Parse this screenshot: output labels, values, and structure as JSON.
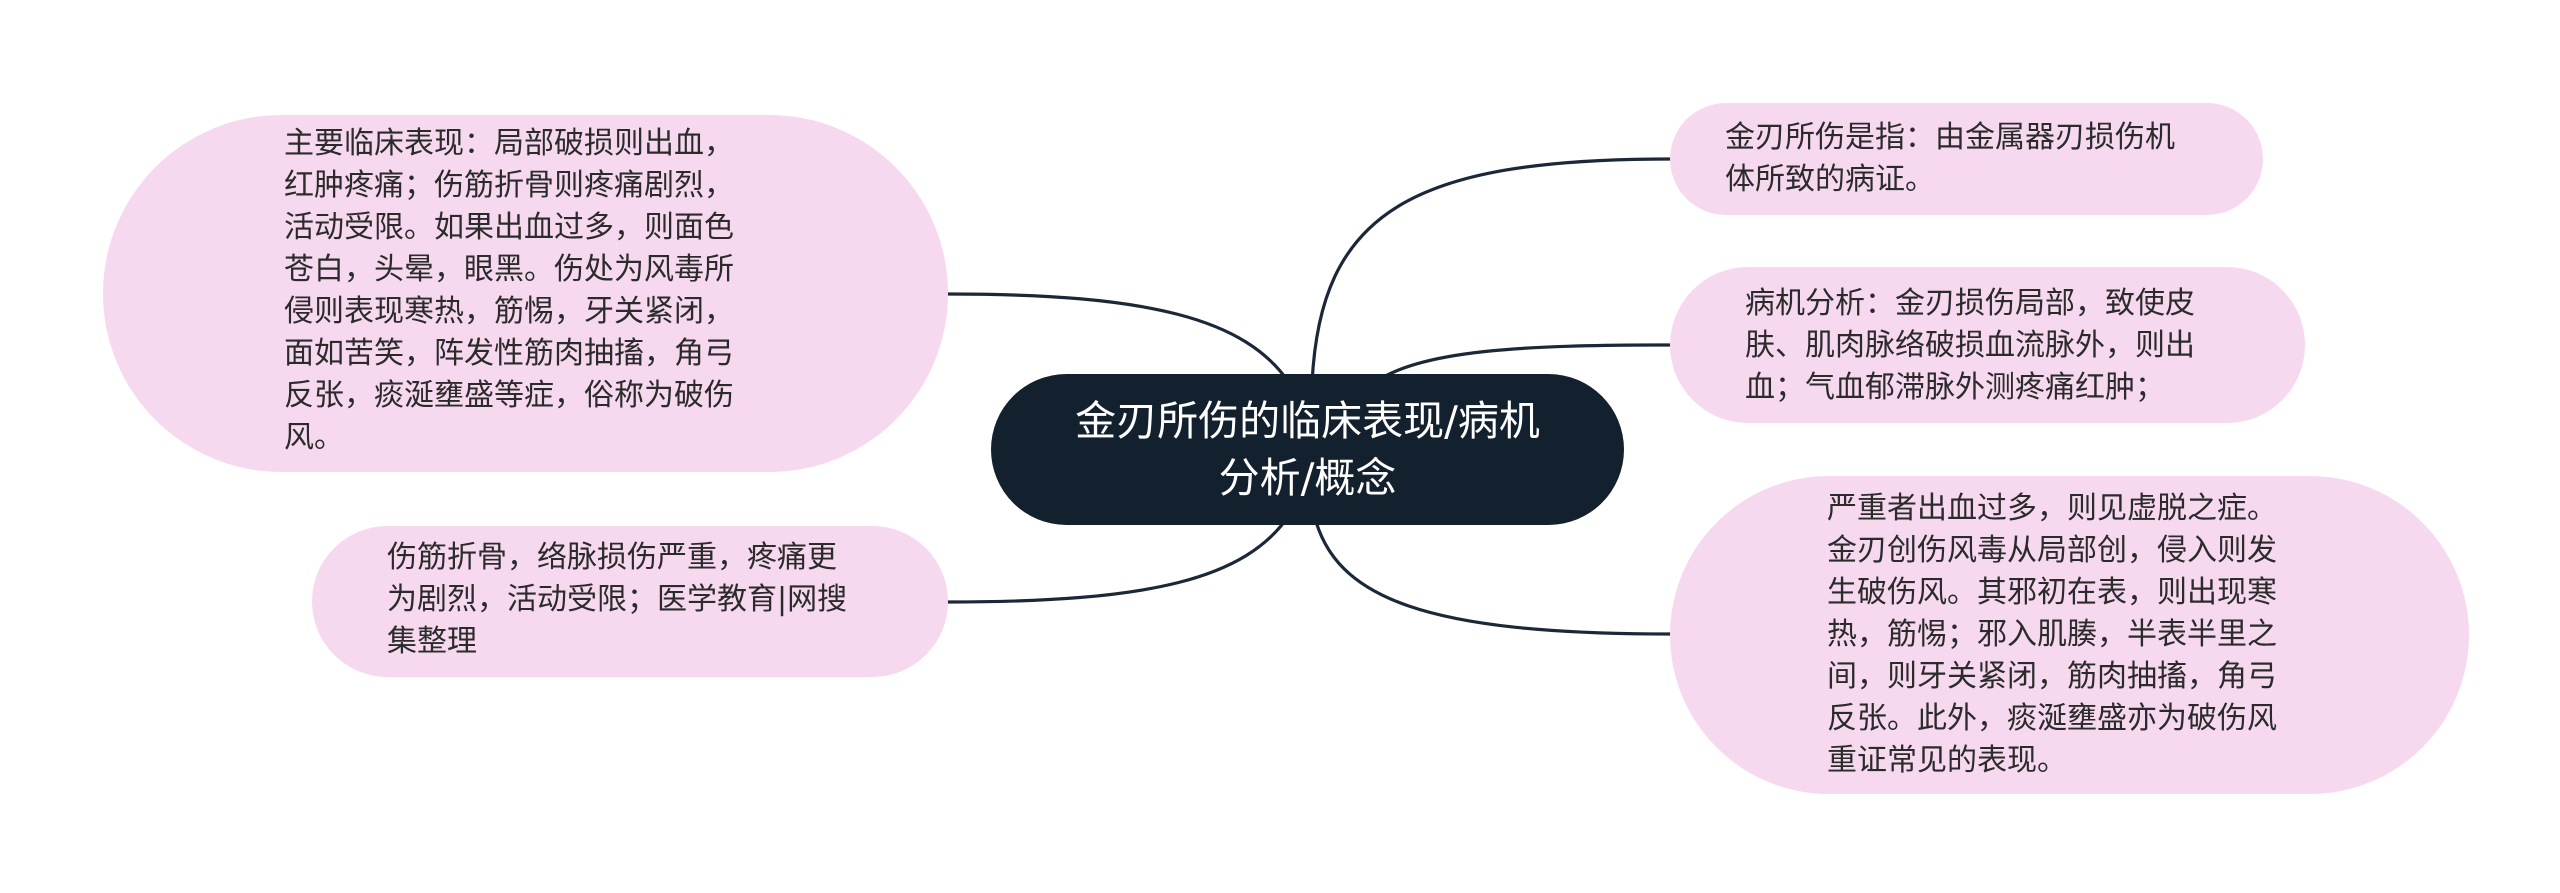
{
  "colors": {
    "background": "#ffffff",
    "root_fill": "#13202e",
    "root_text": "#ffffff",
    "topic_fill": "#f6d9ef",
    "topic_text": "#2b2b2b",
    "connector": "#1b2837"
  },
  "mindmap": {
    "root": {
      "lines": [
        "金刃所伤的临床表现/病机",
        "分析/概念"
      ]
    },
    "left": [
      {
        "lines": [
          "主要临床表现：局部破损则出血，",
          "红肿疼痛；伤筋折骨则疼痛剧烈，",
          "活动受限。如果出血过多，则面色",
          "苍白，头晕，眼黑。伤处为风毒所",
          "侵则表现寒热，筋惕，牙关紧闭，",
          "面如苦笑，阵发性筋肉抽搐，角弓",
          "反张，痰涎壅盛等症，俗称为破伤",
          "风。"
        ]
      },
      {
        "lines": [
          "伤筋折骨，络脉损伤严重，疼痛更",
          "为剧烈，活动受限；医学教育|网搜",
          "集整理"
        ]
      }
    ],
    "right": [
      {
        "lines": [
          "金刃所伤是指：由金属器刃损伤机",
          "体所致的病证。"
        ]
      },
      {
        "lines": [
          "病机分析：金刃损伤局部，致使皮",
          "肤、肌肉脉络破损血流脉外，则出",
          "血；气血郁滞脉外测疼痛红肿；"
        ]
      },
      {
        "lines": [
          "严重者出血过多，则见虚脱之症。",
          "金刃创伤风毒从局部创，侵入则发",
          "生破伤风。其邪初在表，则出现寒",
          "热，筋惕；邪入肌腠，半表半里之",
          "间，则牙关紧闭，筋肉抽搐，角弓",
          "反张。此外，痰涎壅盛亦为破伤风",
          "重证常见的表现。"
        ]
      }
    ]
  }
}
